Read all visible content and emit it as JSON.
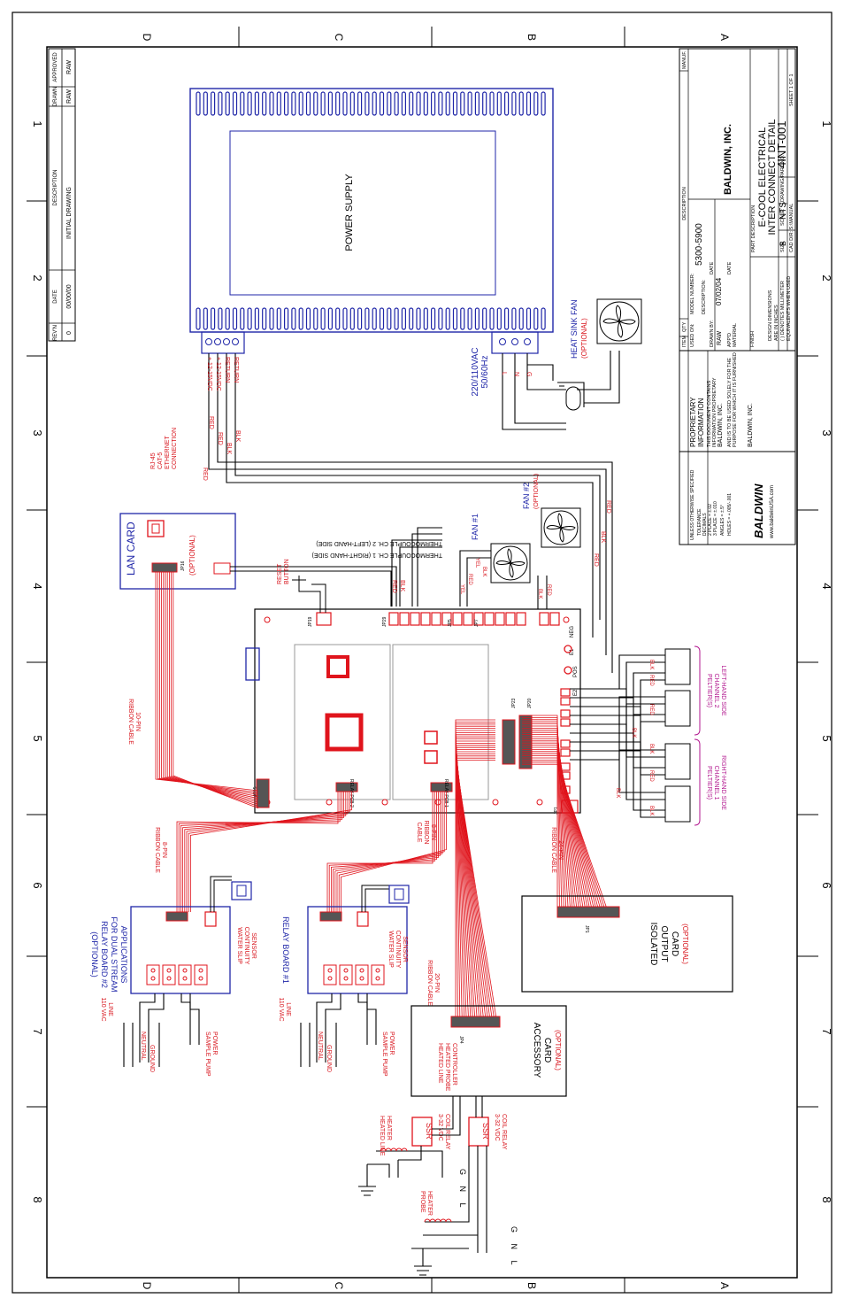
{
  "zones": {
    "letters": [
      "D",
      "C",
      "B",
      "A"
    ],
    "numbers": [
      "1",
      "2",
      "3",
      "4",
      "5",
      "6",
      "7",
      "8"
    ]
  },
  "revision": {
    "headers": [
      "REV'N",
      "DATE",
      "DESCRIPTION",
      "DRAWN",
      "APPROVED"
    ],
    "rows": [
      [
        "0",
        "00/00/00",
        "INITIAL DRAWING",
        "RAW",
        "RAW"
      ]
    ]
  },
  "title_block": {
    "company": "BALDWIN, INC.",
    "title_line1": "E-COOL ELECTRICAL",
    "title_line2": "INTER CONNECT DETAIL",
    "part_desc_label": "PART DESCRIPTION",
    "size_label": "SIZE",
    "size": "B",
    "scale_label": "SCALE:",
    "scale": "NTS",
    "drawing_label": "DRAWING/PART NO.",
    "drawing_no": "4INT-001",
    "sheet": "SHEET 1 OF 1",
    "cad": "CAD DIR: S:\\MANUAL",
    "model_label": "MODEL NUMBER:",
    "model": "5300-5900",
    "description_label": "DESCRIPTION:",
    "item_label": "ITEM",
    "qty_label": "QTY",
    "desc_col": "DESCRIPTION",
    "manuf": "MANUF.",
    "used_on": "USED ON:",
    "drawn_by": "DRAWN BY:",
    "drawn_by_val": "RAW",
    "appd": "APP'D",
    "date_label": "DATE",
    "date": "07/02/04",
    "material": "MATERIAL",
    "finish": "FINISH",
    "dims1": "DESIGN DIMENSIONS",
    "dims2": "ARE IN INCHES",
    "dims3": "( ) DENOTES MILLIMETER",
    "dims4": "EQUIVALENTS WHEN USED",
    "tol1": "UNLESS OTHERWISE SPECIFIED",
    "tol2": "TOLERANCE",
    "tol3": "DECIMALS",
    "tol4": "2 PLACE = ±.02",
    "tol5": "3 PLACE = ±.010",
    "tol6": "ANGLES = ±.5°",
    "tol7": "HOLES = +.005/-.001",
    "brand": "BALDWIN",
    "web": "www.baldwinUSA.com",
    "prop1": "PROPRIETARY",
    "prop2": "INFORMATION",
    "prop3": "THIS DOCUMENT CONTAINS",
    "prop4": "INFORMATION PROPRIETARY",
    "prop5": "BALDWIN, INC.",
    "prop6": "AND IS TO BE USED SOLELY FOR THE",
    "prop7": "PURPOSE FOR WHICH IT IS FURNISHED",
    "prop8": "BALDWIN, INC."
  },
  "labels": {
    "power_supply": "POWER SUPPLY",
    "plus12a": "+ 12-15VDC",
    "plus12b": "+ 12-15VDC",
    "return_a": "RETURN",
    "return_b": "RETURN",
    "ac_in1": "220/110VAC",
    "ac_in2": "50/60Hz",
    "l": "L",
    "n": "N",
    "g": "G",
    "heat_sink_fan": "HEAT SINK FAN",
    "optional": "(OPTIONAL)",
    "lan_card": "LAN CARD",
    "lan_optional": "(OPTIONAL)",
    "rj45_1": "RJ-45",
    "rj45_2": "CAT-5",
    "rj45_3": "ETHERNET",
    "rj45_4": "CONNECTION",
    "jp16": "JP16",
    "tc2": "THERMOCOUPLE CH. 2 (LEFT-HAND SIDE)",
    "tc1": "THERMOCOUPLE CH. 1 (RIGHT-HAND SIDE)",
    "reset1": "RESET",
    "reset2": "BUTTON",
    "fan1": "FAN #1",
    "fan2": "FAN #2",
    "fan2_opt": "(OPTIONAL)",
    "red": "RED",
    "blk": "BLK",
    "yel": "YEL",
    "pos": "POS",
    "neg": "NEG",
    "e1": "E1",
    "e2": "E2",
    "jp5": "JP5",
    "jp7": "JP7",
    "jp19": "JP19",
    "jp29": "JP29",
    "jp23": "JP23",
    "jp20": "JP20",
    "jp15": "JP15",
    "jp1": "JP1",
    "jp4": "JP4",
    "relay2": "RELAY PCB 2",
    "relay1": "RELAY PCB 1",
    "ribbon10_1": "10-PIN",
    "ribbon10_2": "RIBBON CABLE",
    "ribbon8a_1": "8-PIN",
    "ribbon8a_2": "RIBBON CABLE",
    "ribbon8b_1": "8-PIN",
    "ribbon8b_2": "RIBBON",
    "ribbon8b_3": "CABLE",
    "ribbon24_1": "24-PIN",
    "ribbon24_2": "RIBBON CABLE",
    "ribbon20_1": "20-PIN",
    "ribbon20_2": "RIBBON CABLE",
    "pelt_l1": "PELTIER(S)",
    "pelt_l2": "CHANNEL 2",
    "pelt_l3": "LEFT-HAND SIDE",
    "pelt_r1": "PELTIER(S)",
    "pelt_r2": "CHANNEL 1",
    "pelt_r3": "RIGHT-HAND SIDE",
    "iso1": "ISOLATED",
    "iso2": "OUTPUT",
    "iso3": "CARD",
    "iso4": "(OPTIONAL)",
    "acc1": "ACCESSORY",
    "acc2": "CARD",
    "acc3": "(OPTIONAL)",
    "rb2_1": "(OPTIONAL)",
    "rb2_2": "RELAY BOARD #2",
    "rb2_3": "FOR DUAL STREAM",
    "rb2_4": "APPLICATIONS",
    "rb1": "RELAY BOARD #1",
    "ws1": "WATER SLIP",
    "ws2": "CONTINUITY",
    "ws3": "SENSOR",
    "vac1": "110 VAC",
    "vac2": "LINE",
    "neutral": "NEUTRAL",
    "ground": "GROUND",
    "pump1": "SAMPLE PUMP",
    "pump2": "POWER",
    "ssr": "SSR",
    "coil1": "3-32 VDC",
    "coil2": "COIL RELAY",
    "hl1": "HEATED LINE",
    "hl2": "HEATER",
    "ph1": "PROBE",
    "ph2": "HEATER",
    "hp1": "HEATED LINE",
    "hp2": "HEATED PROBE",
    "hp3": "CONTROLLER",
    "g_n_l": "G N L"
  }
}
